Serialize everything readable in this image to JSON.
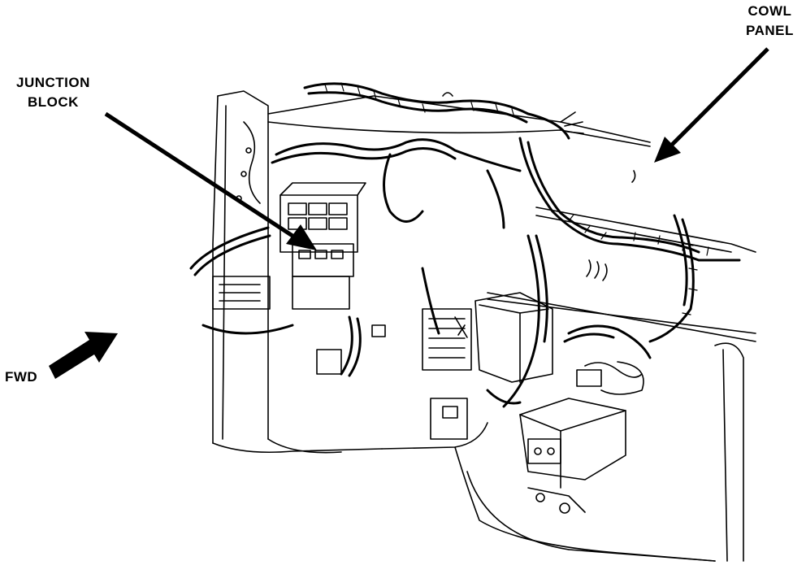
{
  "labels": {
    "junction_block": [
      "JUNCTION",
      "BLOCK"
    ],
    "cowl_panel": [
      "COWL",
      "PANEL"
    ],
    "fwd": "FWD"
  },
  "colors": {
    "ink": "#000000",
    "paper": "#ffffff"
  }
}
